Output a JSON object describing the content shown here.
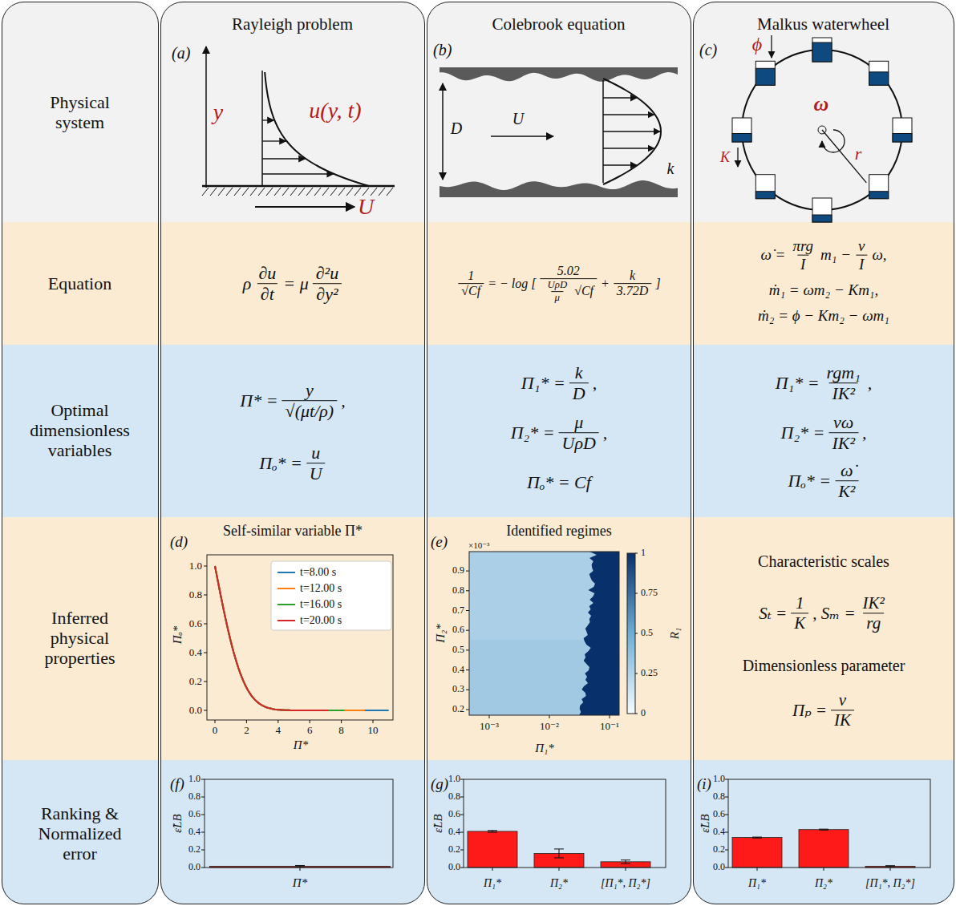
{
  "diagram": {
    "nodes": [
      {
        "text": [
          "Physical system",
          "Equation",
          "Optimal dimensionless variables",
          "Inferred physical properties",
          "Ranking & Normalized error"
        ]
      },
      {
        "text": [
          "Rayleigh problem"
        ]
      },
      {
        "text": [
          "Colebrook equation"
        ]
      },
      {
        "text": [
          "Malkus waterwheel"
        ]
      }
    ],
    "labels": [
      "(a)",
      "y",
      "u(y, t)",
      "U",
      "(b)",
      "D",
      "U",
      "k",
      "(c)",
      "ϕ",
      "ω",
      "K",
      "r",
      "ρ",
      "∂u",
      "∂t",
      "= μ",
      "∂²u",
      "∂y²",
      "1",
      "√Cf",
      "= − log",
      "[",
      "5.02",
      "UρD",
      "μ",
      "√Cf",
      "+",
      "k",
      "3.72D",
      "]",
      "ω̇ =",
      "πrg",
      "I",
      "m₁ −",
      "ν",
      "I",
      "ω,",
      "ṁ₁ = ωm₂ − Km₁,",
      "ṁ₂ = ϕ − Km₂ − ωm₁",
      "Π* =",
      "y",
      "√(μt/ρ)",
      ",",
      "Πₒ* =",
      "u",
      "U",
      "Π₁* =",
      "k",
      "D",
      ",",
      "Π₂* =",
      "μ",
      "UρD",
      ",",
      "Πₒ* = Cf",
      "Π₁* =",
      "rgm₁",
      "IK²",
      ",",
      "Π₂* =",
      "νω",
      "IK²",
      ",",
      "Πₒ* =",
      "ω̇",
      "K²",
      "Self-similar variable Π*",
      "(d)",
      "0.0",
      "0.2",
      "0.4",
      "0.6",
      "0.8",
      "1.0",
      "0",
      "2",
      "4",
      "6",
      "8",
      "10",
      "Πₒ*",
      "Π*",
      "Identified regimes",
      "(e)",
      "×10⁻³",
      "0.2",
      "0.3",
      "0.4",
      "0.5",
      "0.6",
      "0.7",
      "0.8",
      "0.9",
      "10⁻³",
      "10⁻²",
      "10⁻¹",
      "0",
      "0.25",
      "0.5",
      "0.75",
      "1",
      "R₁",
      "Π₂*",
      "Π₁*",
      "Characteristic scales",
      "Sₜ =",
      "1",
      "K",
      ", Sₘ =",
      "IK²",
      "rg",
      "Dimensionless parameter",
      "Πₚ =",
      "ν",
      "IK",
      "(f)",
      "0.0",
      "0.2",
      "0.4",
      "0.6",
      "0.8",
      "1.0",
      "ε̃LB",
      "Π*",
      "(g)",
      "0.0",
      "0.2",
      "0.4",
      "0.6",
      "0.8",
      "1.0",
      "ε̃LB",
      "Π₁*",
      "Π₂*",
      "[Π₁*, Π₂*]",
      "(i)",
      "0.0",
      "0.2",
      "0.4",
      "0.6",
      "0.8",
      "1.0",
      "ε̃LB",
      "Π₁*",
      "Π₂*",
      "[Π₁*, Π₂*]"
    ],
    "legend": [
      {
        "text": "t=8.00 s"
      },
      {
        "text": "t=12.00 s"
      },
      {
        "text": "t=16.00 s"
      },
      {
        "text": "t=20.00 s"
      }
    ]
  }
}
